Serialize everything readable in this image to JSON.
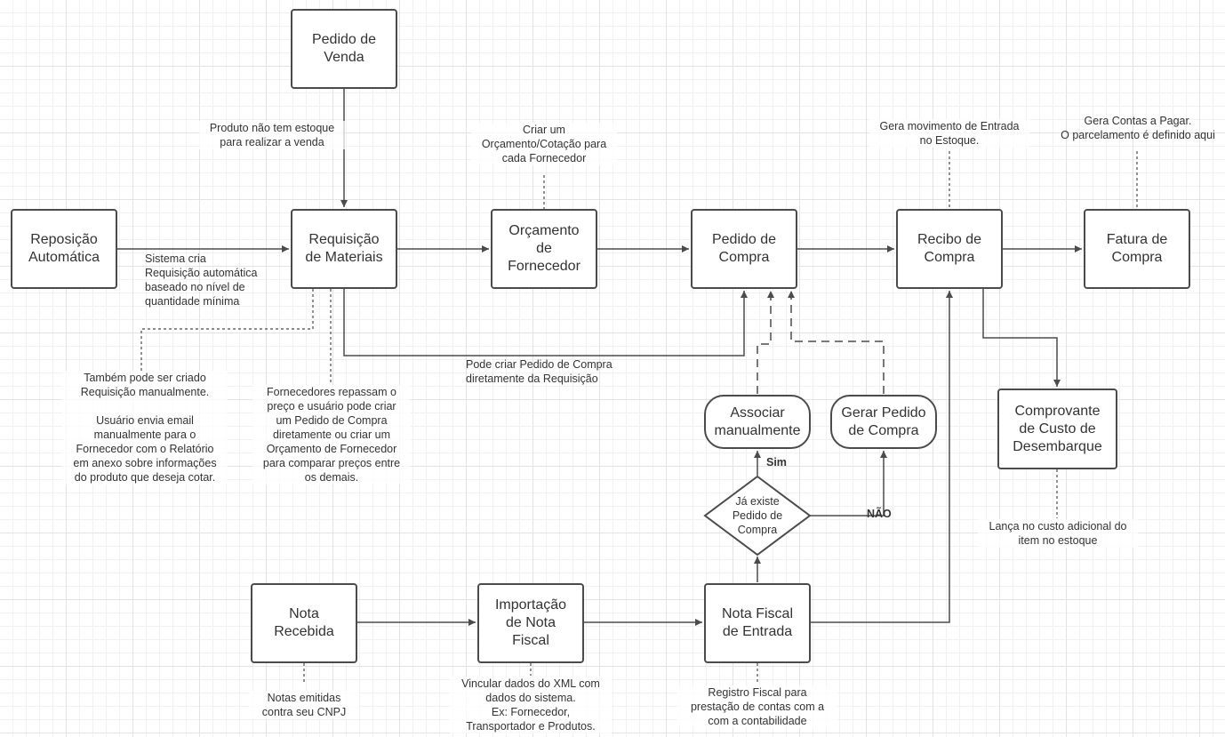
{
  "nodes": {
    "pedido_venda": "Pedido de\nVenda",
    "reposicao": "Reposição\nAutomática",
    "requisicao": "Requisição\nde Materiais",
    "orcamento": "Orçamento\nde\nFornecedor",
    "pedido_compra": "Pedido de\nCompra",
    "recibo": "Recibo de\nCompra",
    "fatura": "Fatura de\nCompra",
    "comprovante": "Comprovante\nde Custo de\nDesembarque",
    "associar": "Associar\nmanualmente",
    "gerar_pedido": "Gerar Pedido\nde Compra",
    "decisao": "Já existe\nPedido de\nCompra",
    "nota_recebida": "Nota\nRecebida",
    "importacao": "Importação\nde Nota\nFiscal",
    "nota_fiscal": "Nota Fiscal\nde Entrada"
  },
  "notes": {
    "sem_estoque": "Produto não tem estoque\npara realizar a venda",
    "criar_orcamento": "Criar um\nOrçamento/Cotação para\ncada Fornecedor",
    "gera_movimento": "Gera movimento de Entrada\nno Estoque.",
    "gera_contas": "Gera Contas a Pagar.\nO parcelamento é definido aqui",
    "sistema_cria": "Sistema cria\nRequisição automática\nbaseado no nível de\nquantidade mínima",
    "pode_criar": "Pode criar Pedido de Compra\ndiretamente da Requisição",
    "tambem_pode": "Também pode ser criado\nRequisição manualmente.\n\nUsuário envia email\nmanualmente para o\nFornecedor com o Relatório\nem anexo sobre informações\ndo produto que deseja cotar.",
    "fornecedores": "Fornecedores repassam o\npreço e usuário pode criar\num Pedido de Compra\ndiretamente ou criar um\nOrçamento de Fornecedor\npara comparar preços entre\nos demais.",
    "lanca": "Lança no custo adicional do\nitem no estoque",
    "notas_emitidas": "Notas emitidas\ncontra seu CNPJ",
    "vincular": "Vincular dados do XML com\ndados do sistema.\nEx: Fornecedor,\nTransportador e Produtos.",
    "registro_fiscal": "Registro Fiscal para\nprestação de contas com a\ncom a contabilidade"
  },
  "labels": {
    "sim": "Sim",
    "nao": "NÃO"
  },
  "colors": {
    "stroke": "#4b4b4b",
    "text": "#333333",
    "grid": "#e3e3e3"
  }
}
